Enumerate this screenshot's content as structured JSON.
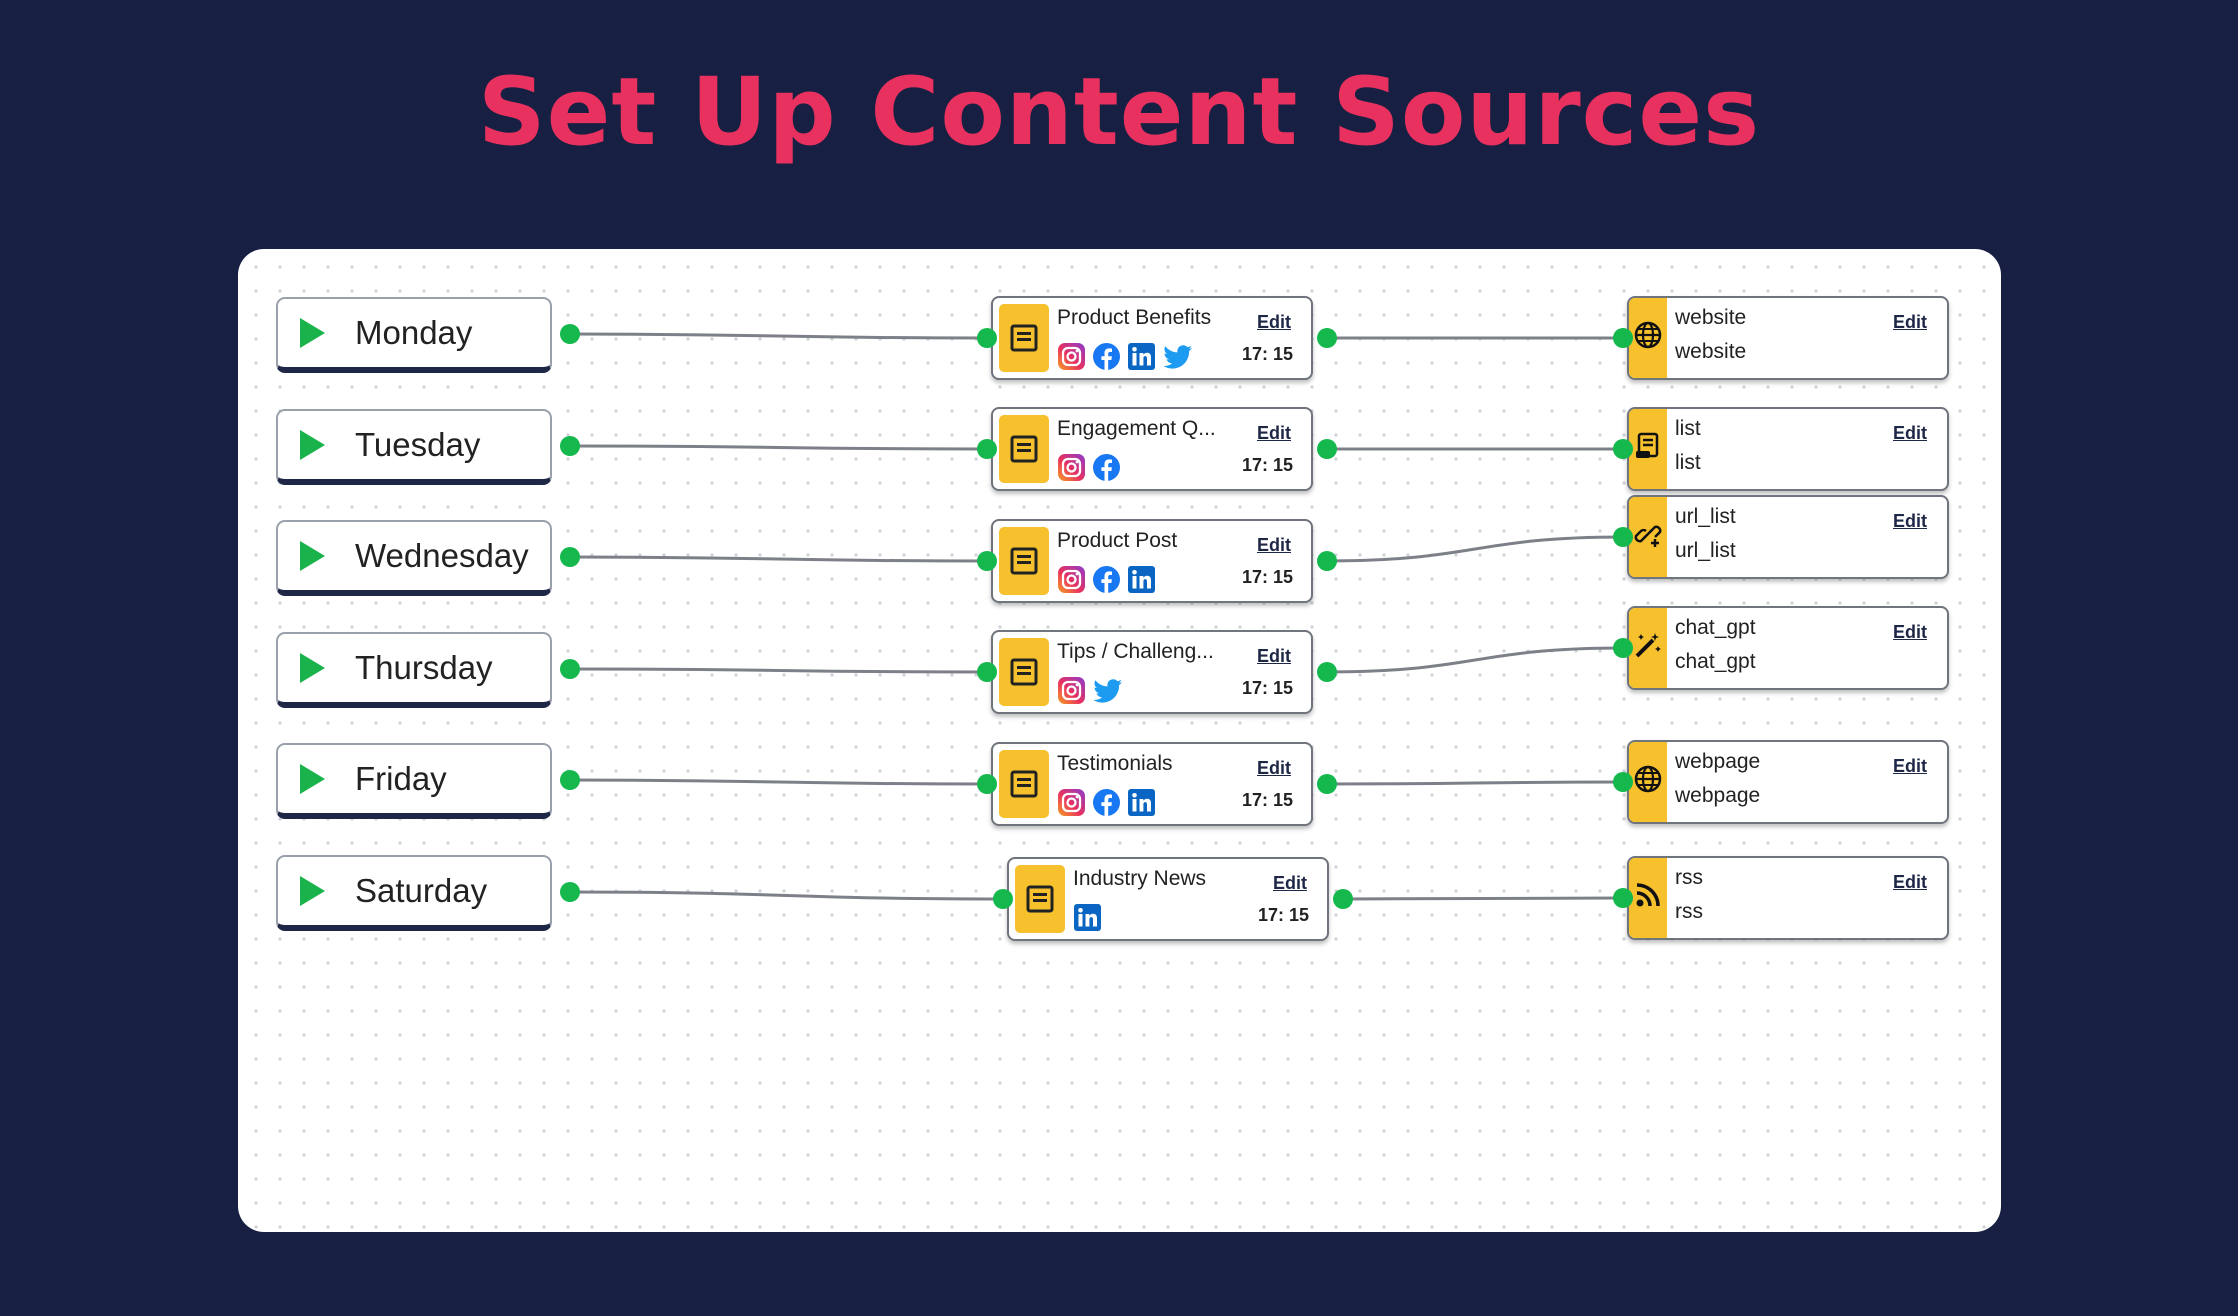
{
  "title": "Set Up Content Sources",
  "colors": {
    "background": "#172042",
    "title": "#e8315f",
    "accent_tile": "#f7c12e",
    "port": "#14b84c",
    "play": "#19b24b"
  },
  "days": [
    {
      "label": "Monday"
    },
    {
      "label": "Tuesday"
    },
    {
      "label": "Wednesday"
    },
    {
      "label": "Thursday"
    },
    {
      "label": "Friday"
    },
    {
      "label": "Saturday"
    }
  ],
  "posts": [
    {
      "title": "Product Benefits",
      "edit": "Edit",
      "time": "17: 15",
      "socials": [
        "instagram-icon",
        "facebook-icon",
        "linkedin-icon",
        "twitter-icon"
      ]
    },
    {
      "title": "Engagement Q...",
      "edit": "Edit",
      "time": "17: 15",
      "socials": [
        "instagram-icon",
        "facebook-icon"
      ]
    },
    {
      "title": "Product Post",
      "edit": "Edit",
      "time": "17: 15",
      "socials": [
        "instagram-icon",
        "facebook-icon",
        "linkedin-icon"
      ]
    },
    {
      "title": "Tips / Challeng...",
      "edit": "Edit",
      "time": "17: 15",
      "socials": [
        "instagram-icon",
        "twitter-icon"
      ]
    },
    {
      "title": "Testimonials",
      "edit": "Edit",
      "time": "17: 15",
      "socials": [
        "instagram-icon",
        "facebook-icon",
        "linkedin-icon"
      ]
    },
    {
      "title": "Industry News",
      "edit": "Edit",
      "time": "17: 15",
      "socials": [
        "linkedin-icon"
      ]
    }
  ],
  "sources": [
    {
      "type": "website",
      "name": "website",
      "edit": "Edit",
      "icon": "globe-icon"
    },
    {
      "type": "list",
      "name": "list",
      "edit": "Edit",
      "icon": "list-icon"
    },
    {
      "type": "url_list",
      "name": "url_list",
      "edit": "Edit",
      "icon": "link-add-icon"
    },
    {
      "type": "chat_gpt",
      "name": "chat_gpt",
      "edit": "Edit",
      "icon": "magic-wand-icon"
    },
    {
      "type": "webpage",
      "name": "webpage",
      "edit": "Edit",
      "icon": "globe-icon"
    },
    {
      "type": "rss",
      "name": "rss",
      "edit": "Edit",
      "icon": "rss-icon"
    }
  ]
}
